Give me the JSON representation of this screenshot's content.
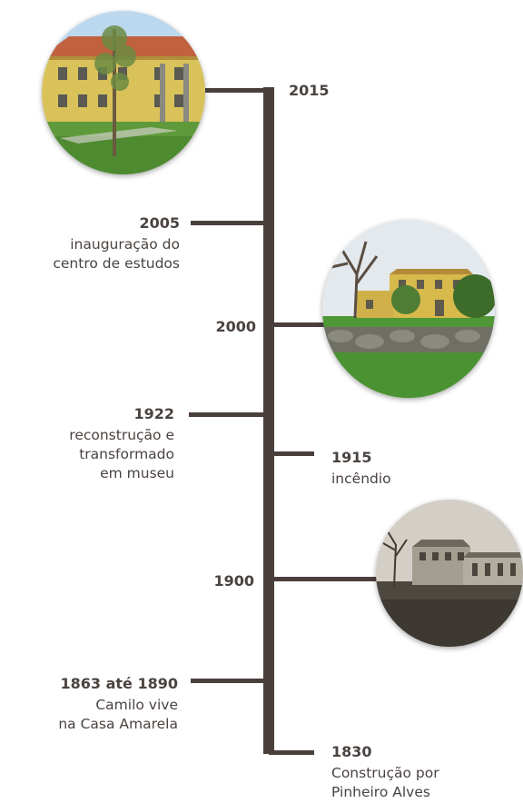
{
  "timeline": {
    "events": [
      {
        "year": "2015",
        "description": ""
      },
      {
        "year": "2005",
        "description": [
          "inauguração do",
          "centro de estudos"
        ]
      },
      {
        "year": "2000",
        "description": ""
      },
      {
        "year": "1922",
        "description": [
          "reconstrução e",
          "transformado",
          "em museu"
        ]
      },
      {
        "year": "1915",
        "description": [
          "incêndio"
        ]
      },
      {
        "year": "1900",
        "description": ""
      },
      {
        "year": "1863 até 1890",
        "description": [
          "Camilo vive",
          "na Casa Amarela"
        ]
      },
      {
        "year": "1830",
        "description": [
          "Construção por",
          "Pinheiro Alves"
        ]
      }
    ],
    "photos": [
      {
        "depicts": "yellow-house-2015"
      },
      {
        "depicts": "yellow-house-2000"
      },
      {
        "depicts": "house-1900-sepia"
      }
    ]
  },
  "colors": {
    "spine": "#4a3f3b",
    "text": "#4a4340",
    "house_yellow": "#d9c25a",
    "roof": "#c0623e",
    "grass": "#5f9a3a",
    "sky": "#bcd8ee"
  }
}
